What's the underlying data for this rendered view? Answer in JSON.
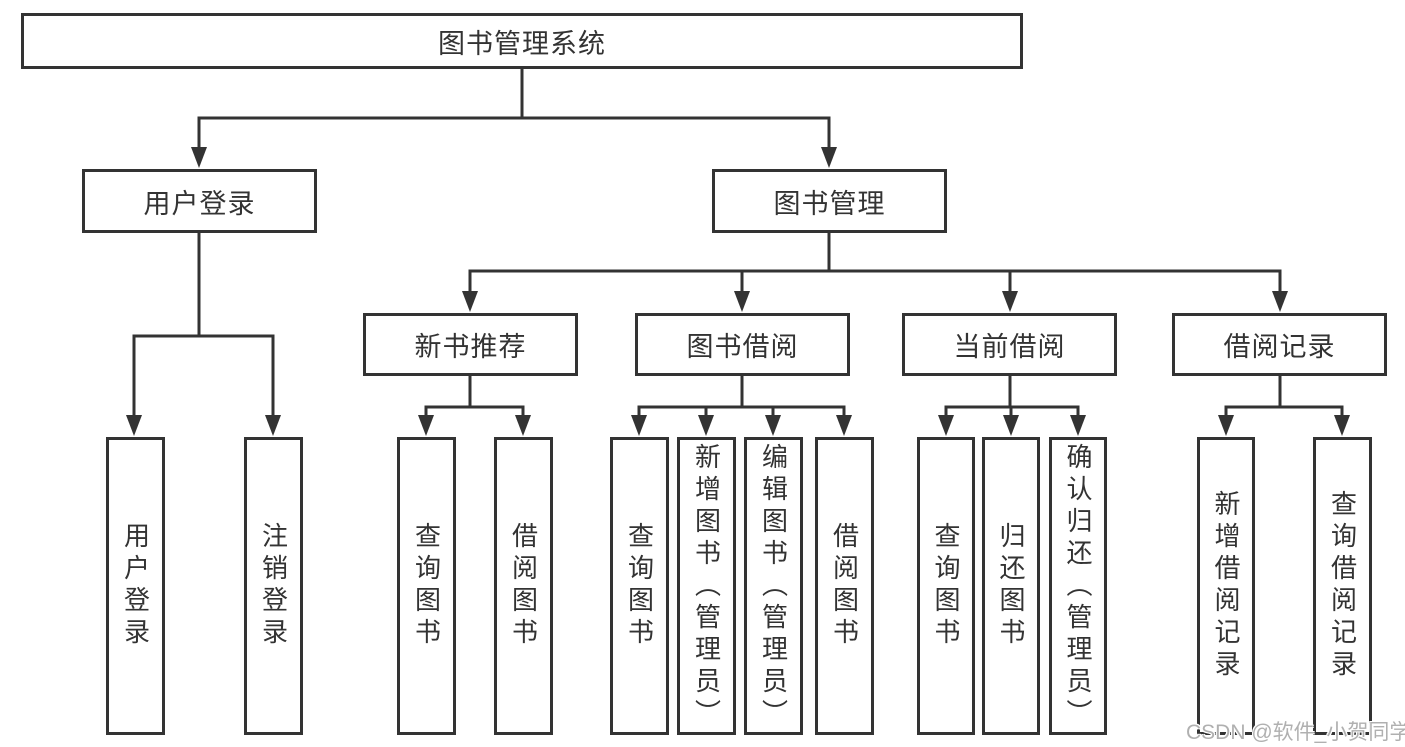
{
  "diagram": {
    "colors": {
      "line": "#333333",
      "text": "#333333",
      "node_background": "#ffffff",
      "watermark_text": "#b0b0b0"
    },
    "tree": {
      "label": "图书管理系统",
      "children": [
        {
          "label": "用户登录",
          "children": [
            {
              "label": "用户登录"
            },
            {
              "label": "注销登录"
            }
          ]
        },
        {
          "label": "图书管理",
          "children": [
            {
              "label": "新书推荐",
              "children": [
                {
                  "label": "查询图书"
                },
                {
                  "label": "借阅图书"
                }
              ]
            },
            {
              "label": "图书借阅",
              "children": [
                {
                  "label": "查询图书"
                },
                {
                  "label": "新增图书（管理员）"
                },
                {
                  "label": "编辑图书（管理员）"
                },
                {
                  "label": "借阅图书"
                }
              ]
            },
            {
              "label": "当前借阅",
              "children": [
                {
                  "label": "查询图书"
                },
                {
                  "label": "归还图书"
                },
                {
                  "label": "确认归还（管理员）"
                }
              ]
            },
            {
              "label": "借阅记录",
              "children": [
                {
                  "label": "新增借阅记录"
                },
                {
                  "label": "查询借阅记录"
                }
              ]
            }
          ]
        }
      ]
    },
    "watermark": {
      "text": "CSDN @软件_小贺同学"
    }
  }
}
